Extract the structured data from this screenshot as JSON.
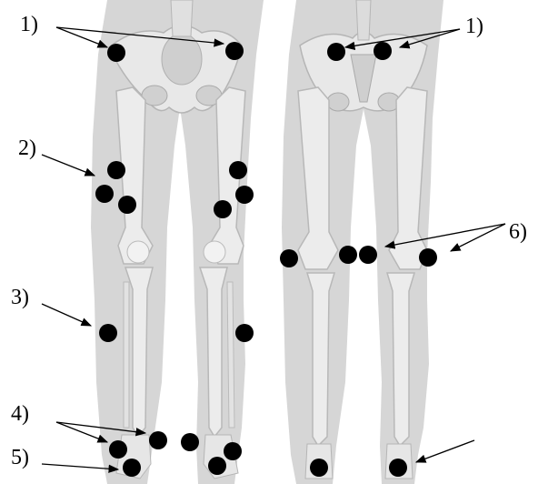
{
  "labels": {
    "l1_left": "1)",
    "l1_right": "1)",
    "l2": "2)",
    "l3": "3)",
    "l4": "4)",
    "l5": "5)",
    "l6": "6)"
  },
  "views": [
    "front view",
    "back view"
  ],
  "colors": {
    "silhouette": "#d6d6d6",
    "bone": "#ededed",
    "bone_shade": "#bdbdbd",
    "marker": "#000000",
    "text": "#000000"
  }
}
